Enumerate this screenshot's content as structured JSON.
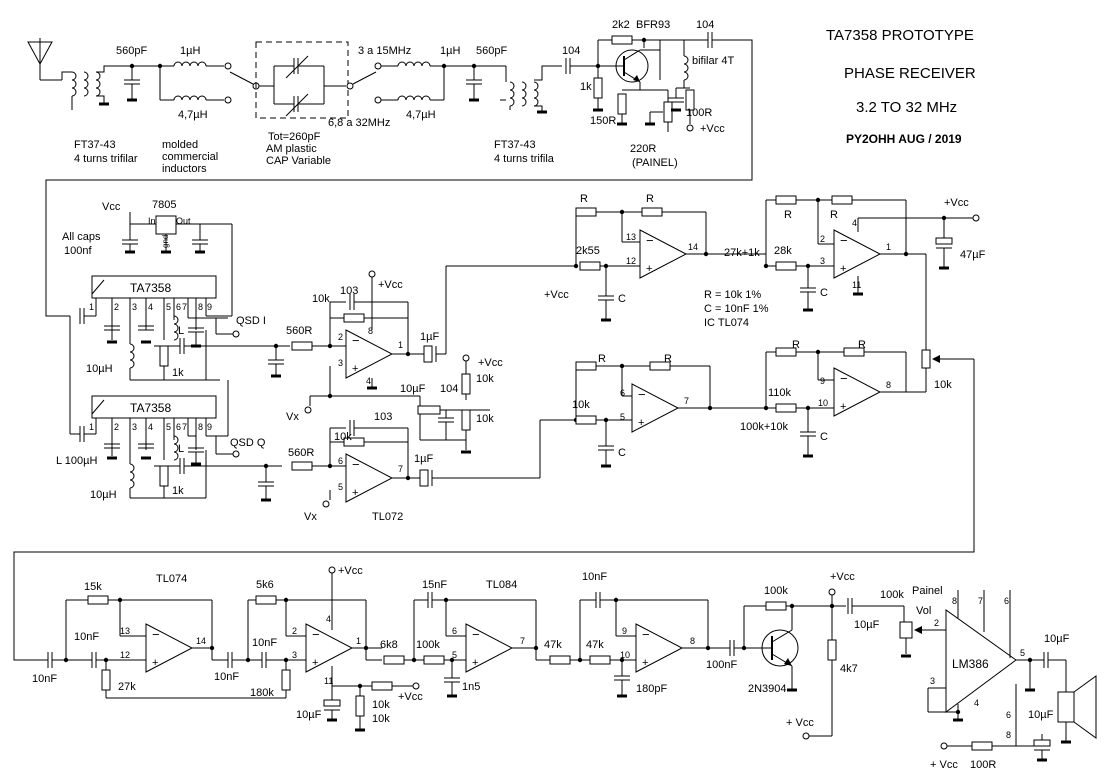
{
  "title": {
    "line1": "TA7358 PROTOTYPE",
    "line2": "PHASE RECEIVER",
    "line3": "3.2 TO 32 MHz",
    "author": "PY2OHH AUG / 2019"
  },
  "front_end": {
    "c_in": "560pF",
    "l1a": "1µH",
    "l1b": "4,7µH",
    "molded1": "molded",
    "molded2": "commercial",
    "molded3": "inductors",
    "ft1a": "FT37-43",
    "ft1b": "4 turns trifilar",
    "band1": "3 a 15MHz",
    "band2": "6,8 a 32MHz",
    "tot": "Tot=260pF",
    "amcap1": "AM plastic",
    "amcap2": "CAP Variable",
    "l2a": "1µH",
    "l2b": "4,7µH",
    "c_out": "560pF",
    "ft2a": "FT37-43",
    "ft2b": "4 turns trifila",
    "c104a": "104",
    "r2k2": "2k2",
    "q1": "BFR93",
    "c104b": "104",
    "bifilar": "bifilar 4T",
    "r1k": "1k",
    "r150": "150R",
    "r100": "100R",
    "vcc": "+Vcc",
    "r220a": "220R",
    "r220b": "(PAINEL)"
  },
  "mixer": {
    "vcc": "Vcc",
    "reg": "7805",
    "reg_in": "In",
    "reg_out": "Out",
    "reg_gnd": "gnd",
    "allcaps1": "All caps",
    "allcaps2": "100nf",
    "ic1": "TA7358",
    "ic2": "TA7358",
    "l1": "L",
    "l2": "L",
    "l100": "L 100µH",
    "l10a": "10µH",
    "l10b": "10µH",
    "r1k_a": "1k",
    "r1k_b": "1k",
    "qsdi": "QSD I",
    "qsdq": "QSD Q",
    "pins_top": [
      "1",
      "2",
      "3",
      "4",
      "5",
      "6",
      "7",
      "8",
      "9"
    ],
    "pins_bot": [
      "1",
      "2",
      "3",
      "4",
      "5",
      "6",
      "7",
      "8",
      "9"
    ]
  },
  "preamp": {
    "r10k_a": "10k",
    "c103_a": "103",
    "vcc_a": "+Vcc",
    "r560_a": "560R",
    "c1u_a": "1µF",
    "p_i": [
      "2",
      "3",
      "1",
      "8",
      "4"
    ],
    "vx_a": "Vx",
    "vcc_b": "+Vcc",
    "c10u": "10µF",
    "c104": "104",
    "r10k_b": "10k",
    "r10k_c": "10k",
    "c103_b": "103",
    "r10k_d": "10k",
    "r560_b": "560R",
    "c1u_b": "1µF",
    "p_q": [
      "6",
      "5",
      "7"
    ],
    "vx_b": "Vx",
    "opamp": "TL072"
  },
  "allpass": {
    "r_a": "R",
    "r_b": "R",
    "r2k55": "2k55",
    "pins_a": [
      "13",
      "12",
      "14"
    ],
    "vcc": "+Vcc",
    "c_a": "C",
    "r27k": "27k+1k",
    "r_c": "R",
    "r_d": "R",
    "r28k": "28k",
    "pins_b": [
      "2",
      "3",
      "1",
      "4",
      "11"
    ],
    "c_b": "C",
    "vcc_b": "+Vcc",
    "c47u": "47µF",
    "note1": "R = 10k 1%",
    "note2": "C = 10nF 1%",
    "note3": "IC TL074",
    "r_e": "R",
    "r_f": "R",
    "r10k": "10k",
    "pins_c": [
      "6",
      "5",
      "7"
    ],
    "c_c": "C",
    "r_g": "R",
    "r_h": "R",
    "r110k": "110k",
    "r100k": "100k+10k",
    "pins_d": [
      "9",
      "10",
      "8"
    ],
    "c_d": "C",
    "pot": "10k"
  },
  "audio": {
    "c10n_in": "10nF",
    "r15k": "15k",
    "ic_a": "TL074",
    "c10n_a": "10nF",
    "pins_a": [
      "13",
      "12",
      "14"
    ],
    "r27k": "27k",
    "c10n_b": "10nF",
    "r5k6": "5k6",
    "vcc_a": "+Vcc",
    "c10n_c": "10nF",
    "pins_b": [
      "2",
      "3",
      "1",
      "4",
      "11"
    ],
    "r180k": "180k",
    "r10k_a": "10k",
    "r10k_b": "10k",
    "vcc_b": "+Vcc",
    "c10u_a": "10µF",
    "r6k8": "6k8",
    "c15n": "15nF",
    "ic_b": "TL084",
    "r100k": "100k",
    "pins_c": [
      "6",
      "5",
      "7"
    ],
    "c1n5": "1n5",
    "r47k_a": "47k",
    "c10n_d": "10nF",
    "r47k_b": "47k",
    "pins_d": [
      "9",
      "10",
      "8"
    ],
    "c180p": "180pF",
    "c100n": "100nF",
    "r100k_b": "100k",
    "q2": "2N3904",
    "vcc_c": "+Vcc",
    "r4k7": "4k7",
    "vcc_d": "+ Vcc",
    "c10u_b": "10µF",
    "pot100k": "100k",
    "painel": "Painel",
    "vol": "Vol",
    "ic_c": "LM386",
    "pins_e": [
      "8",
      "7",
      "6",
      "2",
      "3",
      "4",
      "5"
    ],
    "c10u_c": "10µF",
    "c10u_d": "10µF",
    "vcc_e": "+ Vcc",
    "r100": "100R"
  }
}
